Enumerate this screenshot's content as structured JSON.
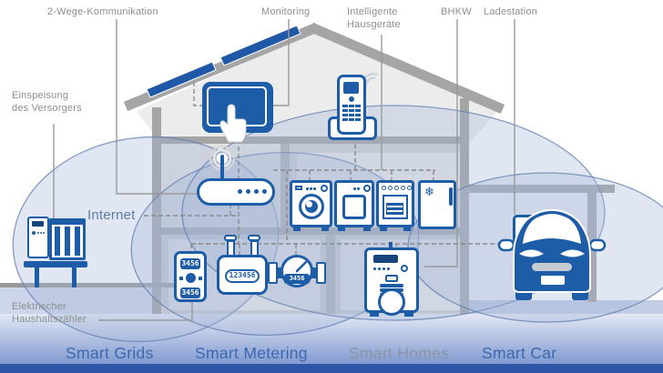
{
  "labels": {
    "two_way": "2-Wege-Kommunikation",
    "monitoring": "Monitoring",
    "appliances_line1": "Intelligente",
    "appliances_line2": "Hausgeräte",
    "bhkw": "BHKW",
    "charging": "Ladestation",
    "feed_line1": "Einspeisung",
    "feed_line2": "des Versorgers",
    "internet": "Internet",
    "meter_line1": "Elektrischer",
    "meter_line2": "Haushaltszähler"
  },
  "zones": [
    {
      "label": "Smart Grids",
      "color": "#3a68b2"
    },
    {
      "label": "Smart Metering",
      "color": "#3a68b2"
    },
    {
      "label": "Smart Homes",
      "color": "#8b95a5"
    },
    {
      "label": "Smart Car",
      "color": "#3a68b2"
    }
  ],
  "meters": {
    "electric_top": "3456",
    "electric_bottom": "3456",
    "gas": "123456",
    "water": "3456"
  },
  "glyphs": {
    "snowflake": "❄"
  },
  "colors": {
    "device_blue": "#1d5ca6",
    "structure_gray": "#a5a5a5",
    "label_gray": "#8f8f8f",
    "internet_blue": "#5f7ba6",
    "zone_fill": "rgba(163,182,216,0.33)",
    "zone_stroke": "#627eb2",
    "band_bottom": "#2d55a8"
  }
}
